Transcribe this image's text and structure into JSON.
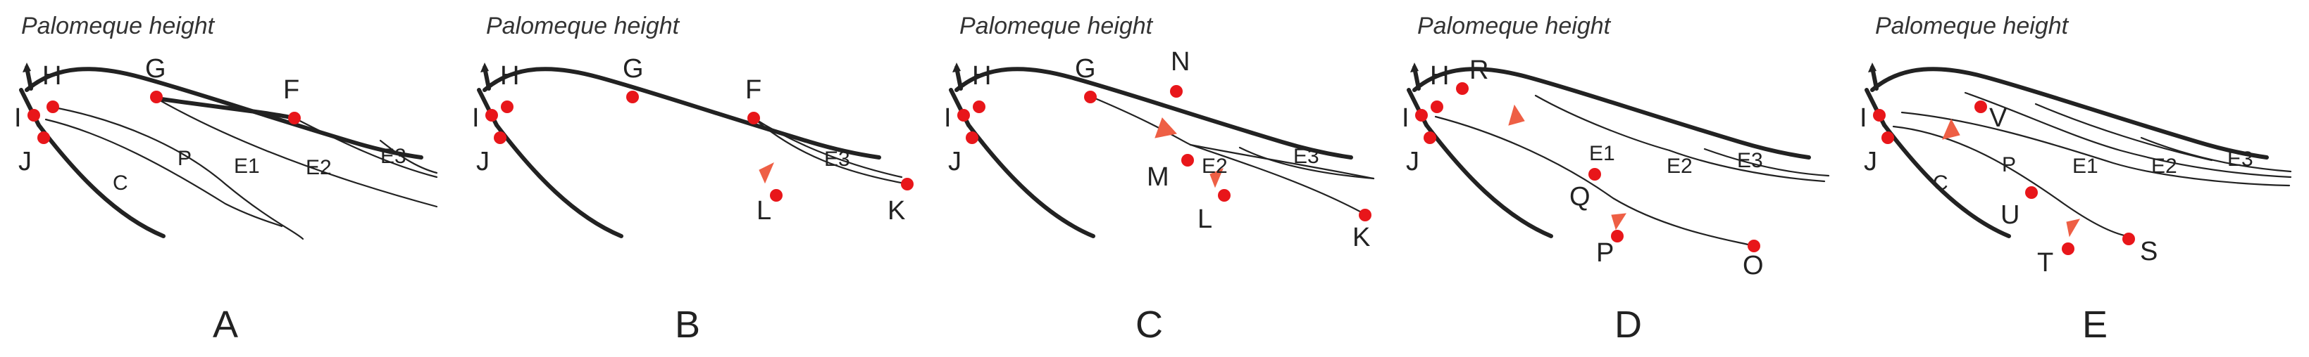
{
  "figure": {
    "panels": [
      {
        "letter": "A",
        "title": "Palomeque height",
        "points": [
          "H",
          "G",
          "F",
          "I",
          "J"
        ],
        "zones": [
          "C",
          "P",
          "E1",
          "E2",
          "E3"
        ]
      },
      {
        "letter": "B",
        "title": "Palomeque height",
        "points": [
          "H",
          "G",
          "F",
          "I",
          "J",
          "L",
          "K"
        ],
        "zones": [
          "E3"
        ]
      },
      {
        "letter": "C",
        "title": "Palomeque height",
        "points": [
          "H",
          "G",
          "N",
          "I",
          "J",
          "M",
          "L",
          "K"
        ],
        "zones": [
          "E2",
          "E3"
        ]
      },
      {
        "letter": "D",
        "title": "Palomeque height",
        "points": [
          "H",
          "R",
          "I",
          "J",
          "Q",
          "P",
          "O"
        ],
        "zones": [
          "E1",
          "E2",
          "E3"
        ]
      },
      {
        "letter": "E",
        "title": "Palomeque height",
        "points": [
          "V",
          "I",
          "J",
          "U",
          "T",
          "S"
        ],
        "zones": [
          "C",
          "P",
          "E1",
          "E2",
          "E3"
        ]
      }
    ],
    "colors": {
      "line": "#222222",
      "marker": "#e8161a",
      "arrow": "#ee5f45"
    }
  }
}
